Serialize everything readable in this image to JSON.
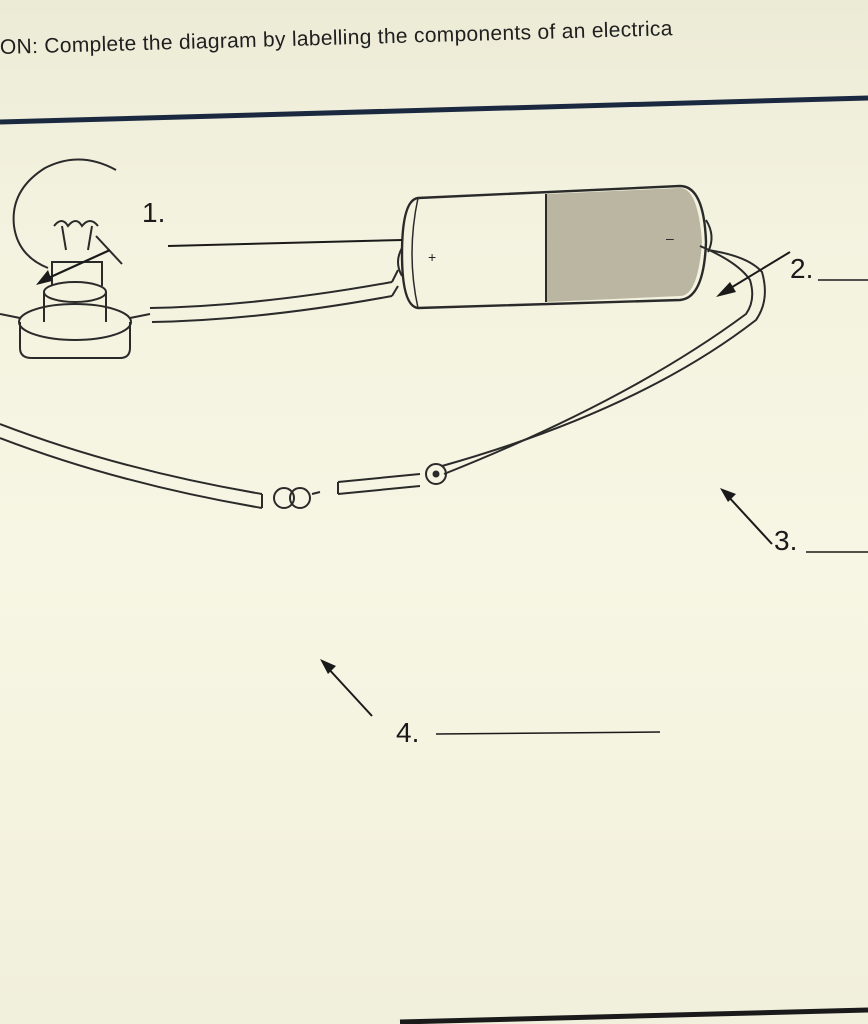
{
  "instruction": "ON: Complete the diagram by labelling the components of an electrica",
  "labels": [
    "1.",
    "2.",
    "3.",
    "4."
  ],
  "battery": {
    "positive_sign": "+",
    "negative_sign": "–"
  }
}
